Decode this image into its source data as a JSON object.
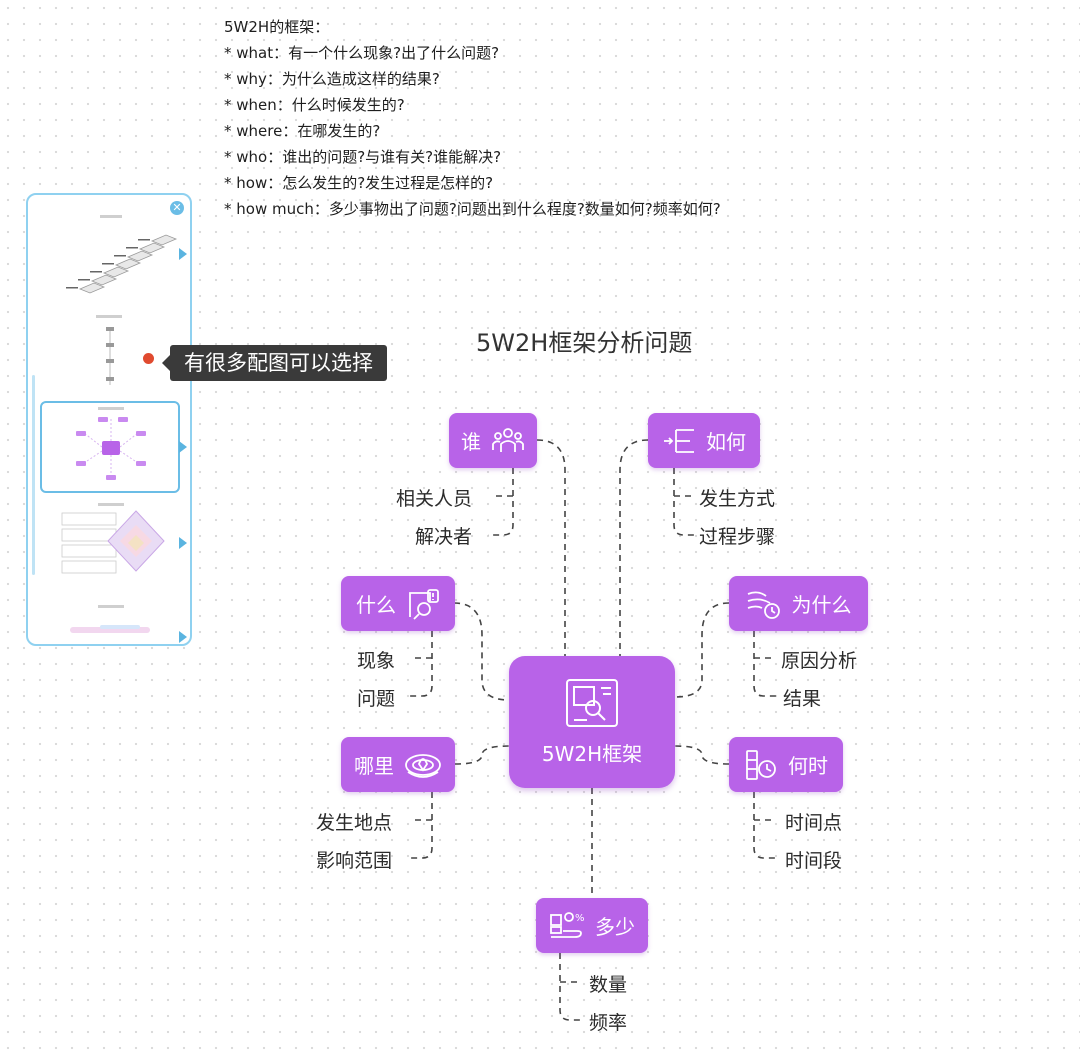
{
  "notes": {
    "heading": "5W2H的框架：",
    "lines": [
      "* what：有一个什么现象?出了什么问题?",
      "* why：为什么造成这样的结果?",
      "* when：什么时候发生的?",
      "* where：在哪发生的?",
      "* who：谁出的问题?与谁有关?谁能解决?",
      "* how：怎么发生的?发生过程是怎样的?",
      "* how much：多少事物出了问题?问题出到什么程度?数量如何?频率如何?"
    ]
  },
  "picker": {
    "close_icon": "close-icon",
    "tooltip": "有很多配图可以选择"
  },
  "mindmap": {
    "title": "5W2H框架分析问题",
    "center": "5W2H框架",
    "accent": "#b863e8",
    "branches": {
      "who": {
        "label": "谁",
        "leaves": [
          "相关人员",
          "解决者"
        ]
      },
      "how": {
        "label": "如何",
        "leaves": [
          "发生方式",
          "过程步骤"
        ]
      },
      "what": {
        "label": "什么",
        "leaves": [
          "现象",
          "问题"
        ]
      },
      "why": {
        "label": "为什么",
        "leaves": [
          "原因分析",
          "结果"
        ]
      },
      "where": {
        "label": "哪里",
        "leaves": [
          "发生地点",
          "影响范围"
        ]
      },
      "when": {
        "label": "何时",
        "leaves": [
          "时间点",
          "时间段"
        ]
      },
      "howmuch": {
        "label": "多少",
        "leaves": [
          "数量",
          "频率"
        ]
      }
    }
  }
}
